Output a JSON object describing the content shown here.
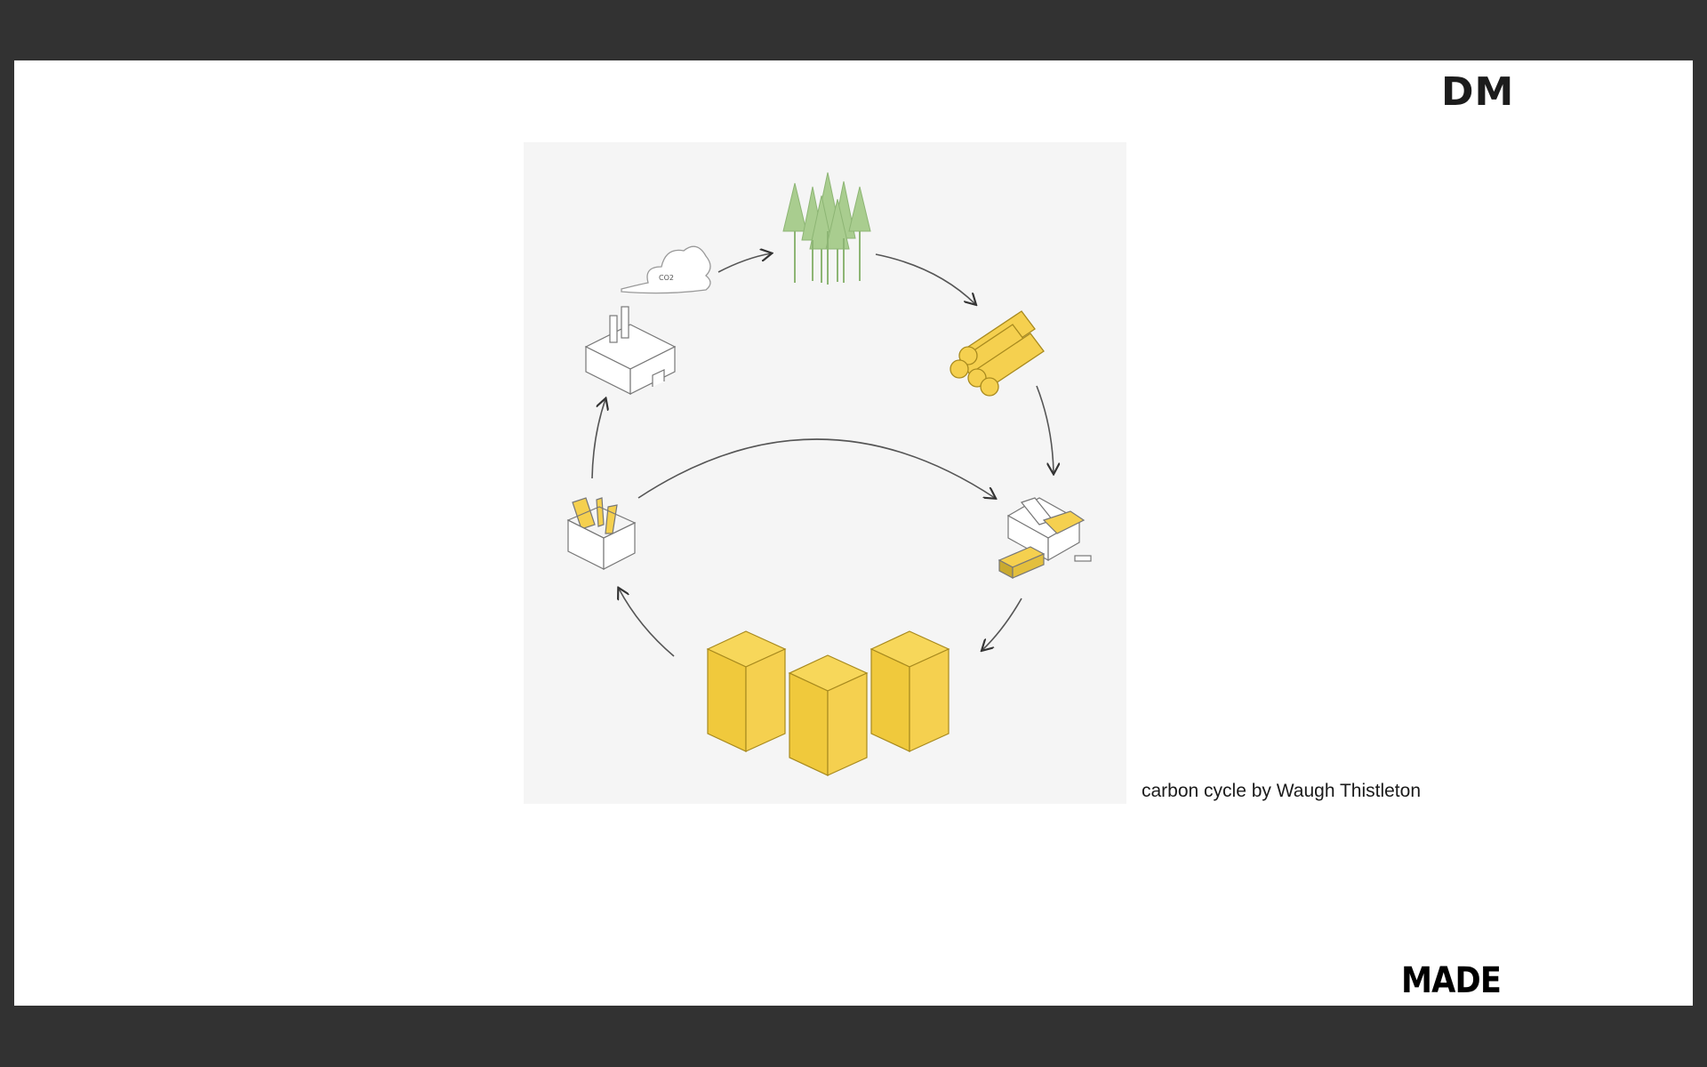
{
  "header": {
    "logo": "DM"
  },
  "figure": {
    "co2_label": "CO2"
  },
  "caption": "carbon cycle by Waugh Thistleton",
  "footer": {
    "logo": "MADE"
  },
  "colors": {
    "frame": "#323232",
    "slide": "#ffffff",
    "figure_bg": "#f5f5f5",
    "timber_yellow": "#f5d04f",
    "tree_green": "#a9cd8f"
  }
}
